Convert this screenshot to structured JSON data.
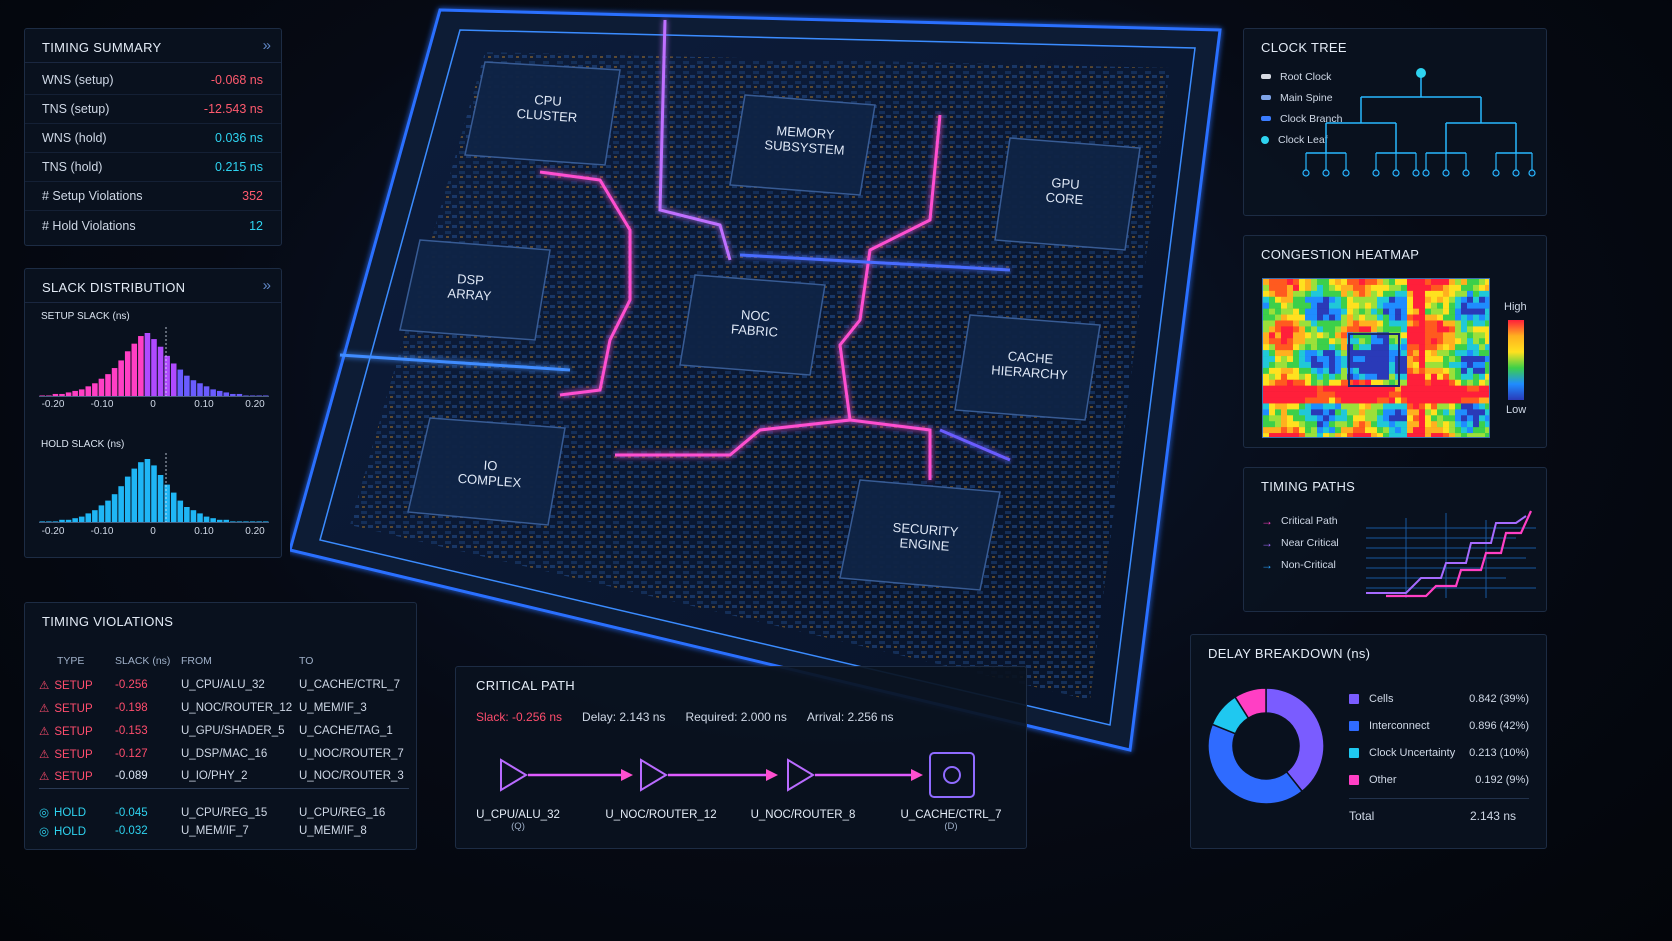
{
  "timing_summary": {
    "title": "TIMING SUMMARY",
    "rows": [
      {
        "label": "WNS (setup)",
        "value": "-0.068 ns",
        "tone": "red"
      },
      {
        "label": "TNS (setup)",
        "value": "-12.543 ns",
        "tone": "red"
      },
      {
        "label": "WNS (hold)",
        "value": "0.036 ns",
        "tone": "cyan"
      },
      {
        "label": "TNS (hold)",
        "value": "0.215 ns",
        "tone": "cyan"
      },
      {
        "label": "# Setup Violations",
        "value": "352",
        "tone": "red"
      },
      {
        "label": "# Hold Violations",
        "value": "12",
        "tone": "cyan"
      }
    ]
  },
  "slack_distribution": {
    "title": "SLACK DISTRIBUTION",
    "setup_label": "SETUP SLACK (ns)",
    "hold_label": "HOLD SLACK (ns)",
    "ticks": [
      "-0.20",
      "-0.10",
      "0",
      "0.10",
      "0.20"
    ],
    "setup_hist": [
      1,
      1,
      2,
      2,
      3,
      4,
      5,
      7,
      9,
      12,
      15,
      19,
      24,
      30,
      35,
      40,
      42,
      38,
      33,
      27,
      22,
      18,
      14,
      11,
      9,
      7,
      5,
      4,
      3,
      2,
      2,
      1,
      1,
      1,
      1
    ],
    "hold_hist": [
      1,
      1,
      1,
      2,
      2,
      3,
      4,
      6,
      8,
      11,
      14,
      18,
      23,
      29,
      34,
      38,
      40,
      36,
      30,
      24,
      19,
      14,
      10,
      8,
      6,
      4,
      3,
      2,
      2,
      1,
      1,
      1,
      1,
      1,
      1
    ],
    "setup_color_left": "#ff3fc4",
    "setup_color_right": "#6a5cff",
    "hold_color": "#1fb6f5"
  },
  "timing_violations": {
    "title": "TIMING VIOLATIONS",
    "headers": [
      "TYPE",
      "SLACK (ns)",
      "FROM",
      "TO"
    ],
    "rows": [
      {
        "type": "SETUP",
        "slack": "-0.256",
        "from": "U_CPU/ALU_32",
        "to": "U_CACHE/CTRL_7"
      },
      {
        "type": "SETUP",
        "slack": "-0.198",
        "from": "U_NOC/ROUTER_12",
        "to": "U_MEM/IF_3"
      },
      {
        "type": "SETUP",
        "slack": "-0.153",
        "from": "U_GPU/SHADER_5",
        "to": "U_CACHE/TAG_1"
      },
      {
        "type": "SETUP",
        "slack": "-0.127",
        "from": "U_DSP/MAC_16",
        "to": "U_NOC/ROUTER_7"
      },
      {
        "type": "SETUP",
        "slack": "-0.089",
        "from": "U_IO/PHY_2",
        "to": "U_NOC/ROUTER_3"
      },
      {
        "type": "HOLD",
        "slack": "-0.045",
        "from": "U_CPU/REG_15",
        "to": "U_CPU/REG_16"
      },
      {
        "type": "HOLD",
        "slack": "-0.032",
        "from": "U_MEM/IF_7",
        "to": "U_MEM/IF_8"
      }
    ]
  },
  "chip_blocks": {
    "cpu": "CPU\nCLUSTER",
    "memory": "MEMORY\nSUBSYSTEM",
    "gpu": "GPU\nCORE",
    "dsp": "DSP\nARRAY",
    "noc": "NOC\nFABRIC",
    "cache": "CACHE\nHIERARCHY",
    "io": "IO\nCOMPLEX",
    "security": "SECURITY\nENGINE"
  },
  "critical_path": {
    "title": "CRITICAL PATH",
    "slack": "Slack: -0.256 ns",
    "delay": "Delay: 2.143 ns",
    "required": "Required: 2.000 ns",
    "arrival": "Arrival: 2.256 ns",
    "nodes": [
      {
        "name": "U_CPU/ALU_32",
        "pin": "(Q)"
      },
      {
        "name": "U_NOC/ROUTER_12",
        "pin": ""
      },
      {
        "name": "U_NOC/ROUTER_8",
        "pin": ""
      },
      {
        "name": "U_CACHE/CTRL_7",
        "pin": "(D)"
      }
    ]
  },
  "clock_tree": {
    "title": "CLOCK TREE",
    "legend": [
      "Root Clock",
      "Main Spine",
      "Clock Branch",
      "Clock Leaf"
    ]
  },
  "congestion": {
    "title": "CONGESTION HEATMAP",
    "high": "High",
    "low": "Low"
  },
  "timing_paths": {
    "title": "TIMING PATHS",
    "legend": [
      {
        "label": "Critical Path",
        "color": "#ff3fc4"
      },
      {
        "label": "Near Critical",
        "color": "#a66bff"
      },
      {
        "label": "Non-Critical",
        "color": "#2aa4ff"
      }
    ]
  },
  "delay_breakdown": {
    "title": "DELAY BREAKDOWN (ns)",
    "items": [
      {
        "label": "Cells",
        "value": "0.842 (39%)",
        "v": 0.842,
        "color": "#7a5cff"
      },
      {
        "label": "Interconnect",
        "value": "0.896 (42%)",
        "v": 0.896,
        "color": "#2f6bff"
      },
      {
        "label": "Clock Uncertainty",
        "value": "0.213 (10%)",
        "v": 0.213,
        "color": "#1fc8f0"
      },
      {
        "label": "Other",
        "value": "0.192 (9%)",
        "v": 0.192,
        "color": "#ff3fc4"
      }
    ],
    "total_label": "Total",
    "total_value": "2.143 ns"
  }
}
